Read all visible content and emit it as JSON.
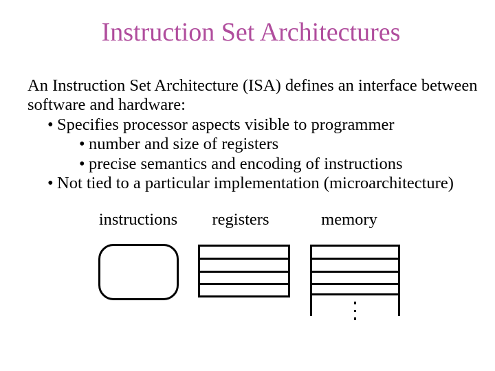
{
  "slide": {
    "title": "Instruction Set Architectures",
    "body": {
      "intro_lines": [
        "An Instruction Set Architecture (ISA) defines an interface between",
        "software and hardware:"
      ],
      "bullet_char": "•",
      "bullets": [
        {
          "level": 1,
          "text": "Specifies processor aspects visible to programmer"
        },
        {
          "level": 2,
          "text": "number and size of registers"
        },
        {
          "level": 2,
          "text": "precise semantics and encoding of instructions"
        },
        {
          "level": 1,
          "text": "Not tied to a particular implementation (microarchitecture)"
        }
      ]
    },
    "diagram": {
      "labels": [
        {
          "id": "instructions",
          "text": "instructions"
        },
        {
          "id": "registers",
          "text": "registers"
        },
        {
          "id": "memory",
          "text": "memory"
        }
      ],
      "memory_ellipsis_dot_count": 3
    },
    "colors": {
      "background": "#ffffff",
      "title_text": "#b04d9d",
      "body_text": "#000000",
      "shape_stroke": "#000000"
    }
  }
}
